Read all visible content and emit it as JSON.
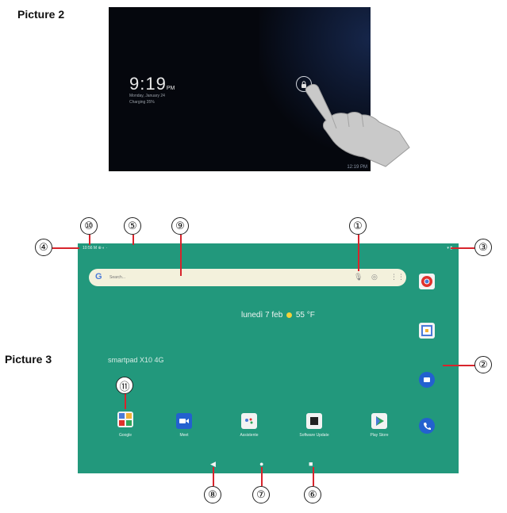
{
  "captions": {
    "picture2": "Picture 2",
    "picture3": "Picture 3"
  },
  "lock_screen": {
    "time": "9:19",
    "ampm": "PM",
    "date_line": "Monday, January 24",
    "charging_line": "Charging 35%",
    "status_bar": "12:19 PM",
    "lock_icon": "padlock-icon",
    "gesture_icon": "hand-tap-icon"
  },
  "home_screen": {
    "status_time": "10:56",
    "status_icons": "M ⊕ ◐ ·",
    "status_right": "▾ ▮",
    "search_placeholder": "Search...",
    "date_weather": "lunedì 7 feb",
    "temperature": "55 °F",
    "device_name": "smartpad X10 4G",
    "apps": [
      {
        "label": "Google",
        "icon": "folder-icon"
      },
      {
        "label": "Meet",
        "icon": "video-camera-icon"
      },
      {
        "label": "Assistente",
        "icon": "assistant-icon"
      },
      {
        "label": "Software Update",
        "icon": "update-icon"
      },
      {
        "label": "Play Store",
        "icon": "play-store-icon"
      }
    ],
    "sidebar_apps": [
      "chrome-icon",
      "calendar-icon",
      "messages-icon",
      "phone-icon"
    ],
    "nav": {
      "back": "◀",
      "home": "●",
      "recents": "■"
    }
  },
  "callouts": [
    "①",
    "②",
    "③",
    "④",
    "⑤",
    "⑥",
    "⑦",
    "⑧",
    "⑨",
    "⑩",
    "⑪"
  ],
  "colors": {
    "callout_line": "#d8242c",
    "home_background": "#22987c",
    "lock_background": "#05070d"
  }
}
